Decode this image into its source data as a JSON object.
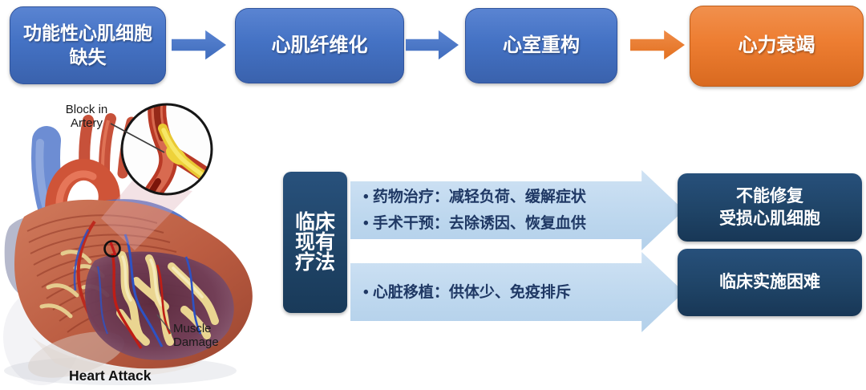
{
  "palette": {
    "flow_blue": "#4472C4",
    "flow_orange": "#ED7D31",
    "light_blue_arrow": "#BDD7EE",
    "navy_box": "#1F4467",
    "bullet_text": "#1F3864"
  },
  "flow": {
    "steps": [
      {
        "label": "功能性心肌细胞\n缺失",
        "color": "blue"
      },
      {
        "label": "心肌纤维化",
        "color": "blue"
      },
      {
        "label": "心室重构",
        "color": "blue"
      },
      {
        "label": "心力衰竭",
        "color": "orange"
      }
    ]
  },
  "therapy": {
    "side_label": "临床\n现有\n疗法",
    "rows": [
      {
        "bullets": [
          "• 药物治疗：减轻负荷、缓解症状",
          "• 手术干预：去除诱因、恢复血供"
        ],
        "result": "不能修复\n受损心肌细胞"
      },
      {
        "bullets": [
          "• 心脏移植：供体少、免疫排斥"
        ],
        "result": "临床实施困难"
      }
    ]
  },
  "illustration": {
    "block_label": "Block in\nArtery",
    "damage_label": "Muscle\nDamage",
    "caption": "Heart Attack"
  }
}
